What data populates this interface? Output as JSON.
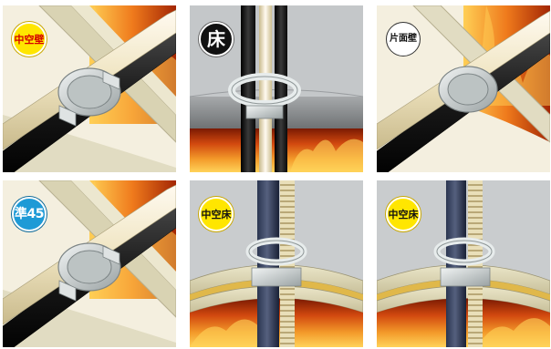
{
  "tiles": [
    {
      "badge": "中空壁",
      "badge_style": "yellow-red"
    },
    {
      "badge": "床",
      "badge_style": "black"
    },
    {
      "badge": "片面壁",
      "badge_style": "white"
    },
    {
      "badge": "準45",
      "badge_style": "blue"
    },
    {
      "badge": "中空床",
      "badge_style": "yellow-black"
    },
    {
      "badge": "中空床",
      "badge_style": "yellow-black"
    }
  ],
  "colors": {
    "fire_orange": "#e8641a",
    "fire_dark": "#b32a06",
    "board_beige": "#ddd6b2",
    "concrete_gray": "#8a8d90",
    "pipe_black": "#1a1a1a",
    "pipe_cream": "#efe6c4",
    "collar_gray": "#cfd4d4"
  }
}
